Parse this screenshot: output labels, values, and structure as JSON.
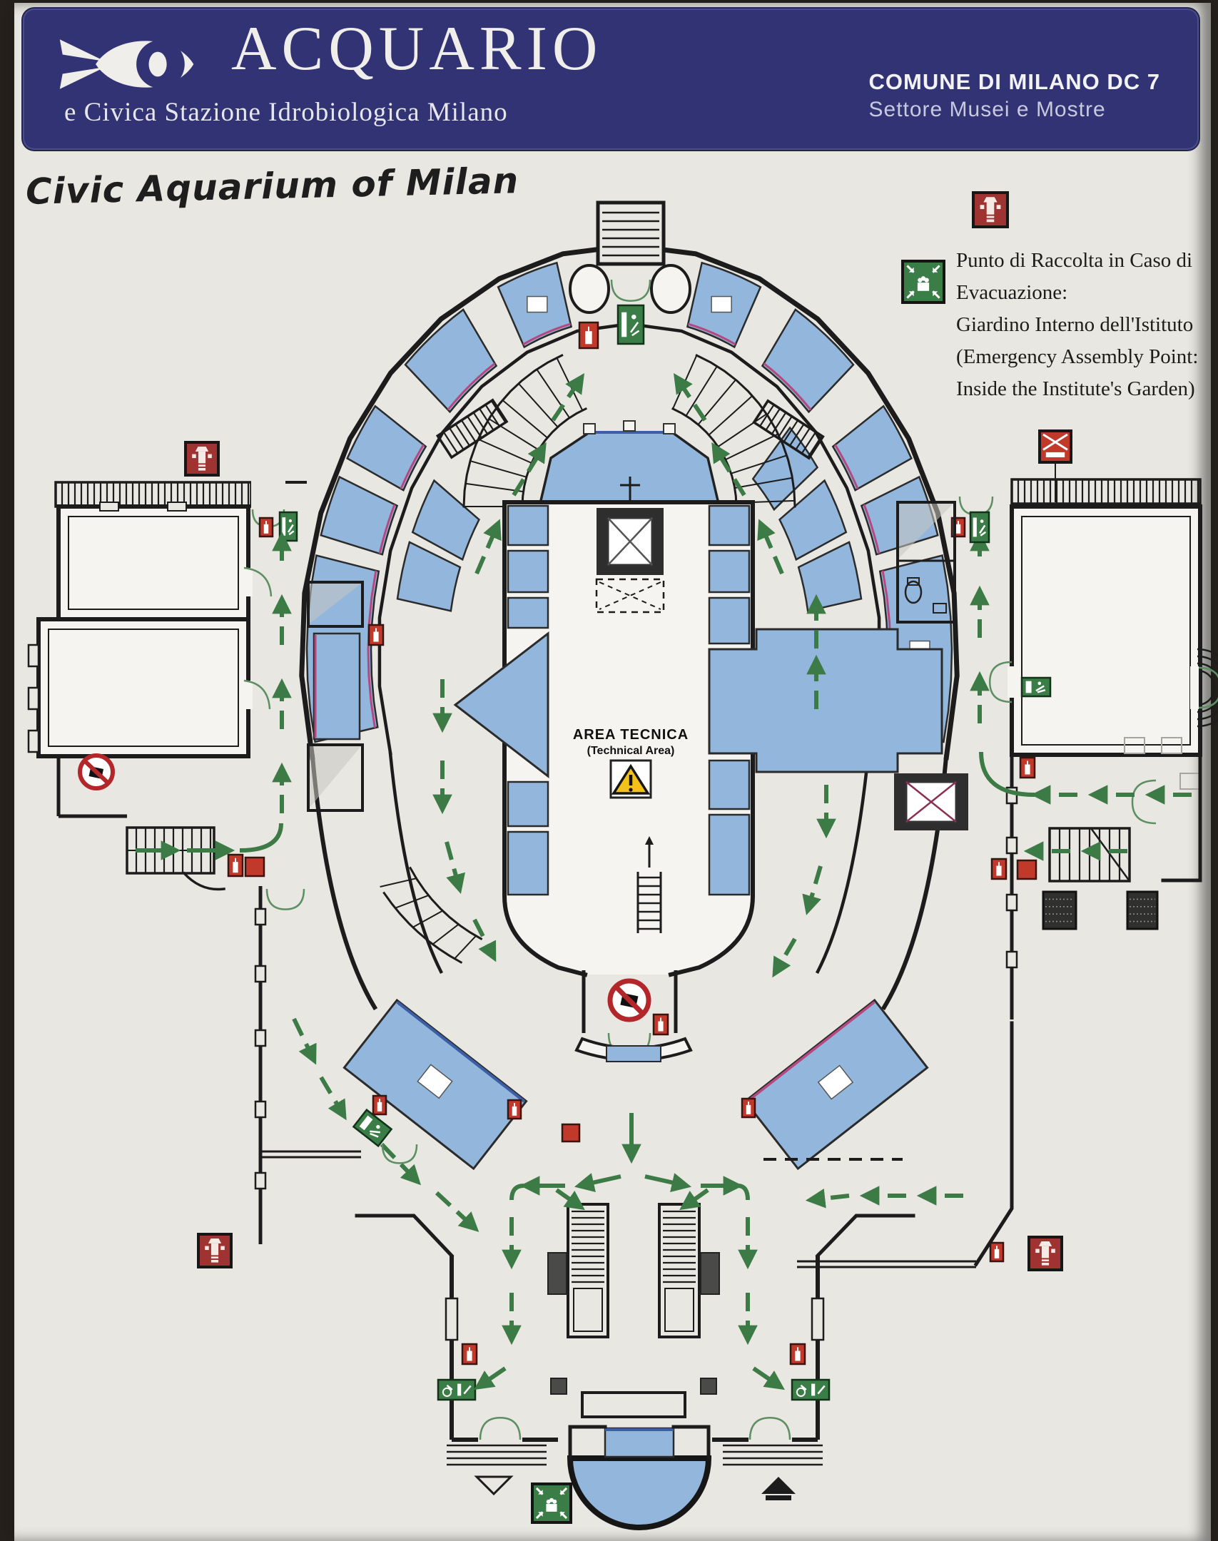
{
  "header": {
    "title": "ACQUARIO",
    "subtitle": "e Civica Stazione Idrobiologica Milano",
    "dept_line1": "COMUNE DI MILANO DC 7",
    "dept_line2": "Settore Musei e Mostre",
    "logo": "fish-logo"
  },
  "annotation": {
    "handwritten_title": "Civic Aquarium of Milan"
  },
  "legend": {
    "lines": [
      "Punto di Raccolta in Caso di",
      "Evacuazione:",
      "Giardino Interno dell'Istituto",
      "(Emergency Assembly Point:",
      "Inside the Institute's Garden)"
    ],
    "icon_names": [
      "fire-hydrant-icon",
      "assembly-point-icon"
    ]
  },
  "plan": {
    "technical_area_line1": "AREA TECNICA",
    "technical_area_line2": "(Technical Area)",
    "icon_names": [
      "fire-extinguisher-icon",
      "fire-hydrant-icon",
      "fire-alarm-icon",
      "exit-sign-icon",
      "accessible-exit-sign-icon",
      "assembly-point-icon",
      "warning-triangle-icon",
      "no-entry-icon",
      "elevator-icon",
      "escalator",
      "stairs",
      "aquarium-tank",
      "evacuation-route-arrow"
    ]
  },
  "colors": {
    "paper": "#e9e7e1",
    "navy": "#313374",
    "wall": "#1c1c1c",
    "tank_blue": "#92b6dc",
    "tank_edge_navy": "#3b5ea5",
    "tank_edge_magenta": "#b5487e",
    "route_green": "#3c7b45",
    "door_green": "#5d8f63",
    "safety_red": "#c0392b",
    "safety_maroon": "#9e3331",
    "safety_green": "#3a7d46",
    "warning_yellow": "#f2c21a",
    "floor": "#f5f4f0"
  }
}
